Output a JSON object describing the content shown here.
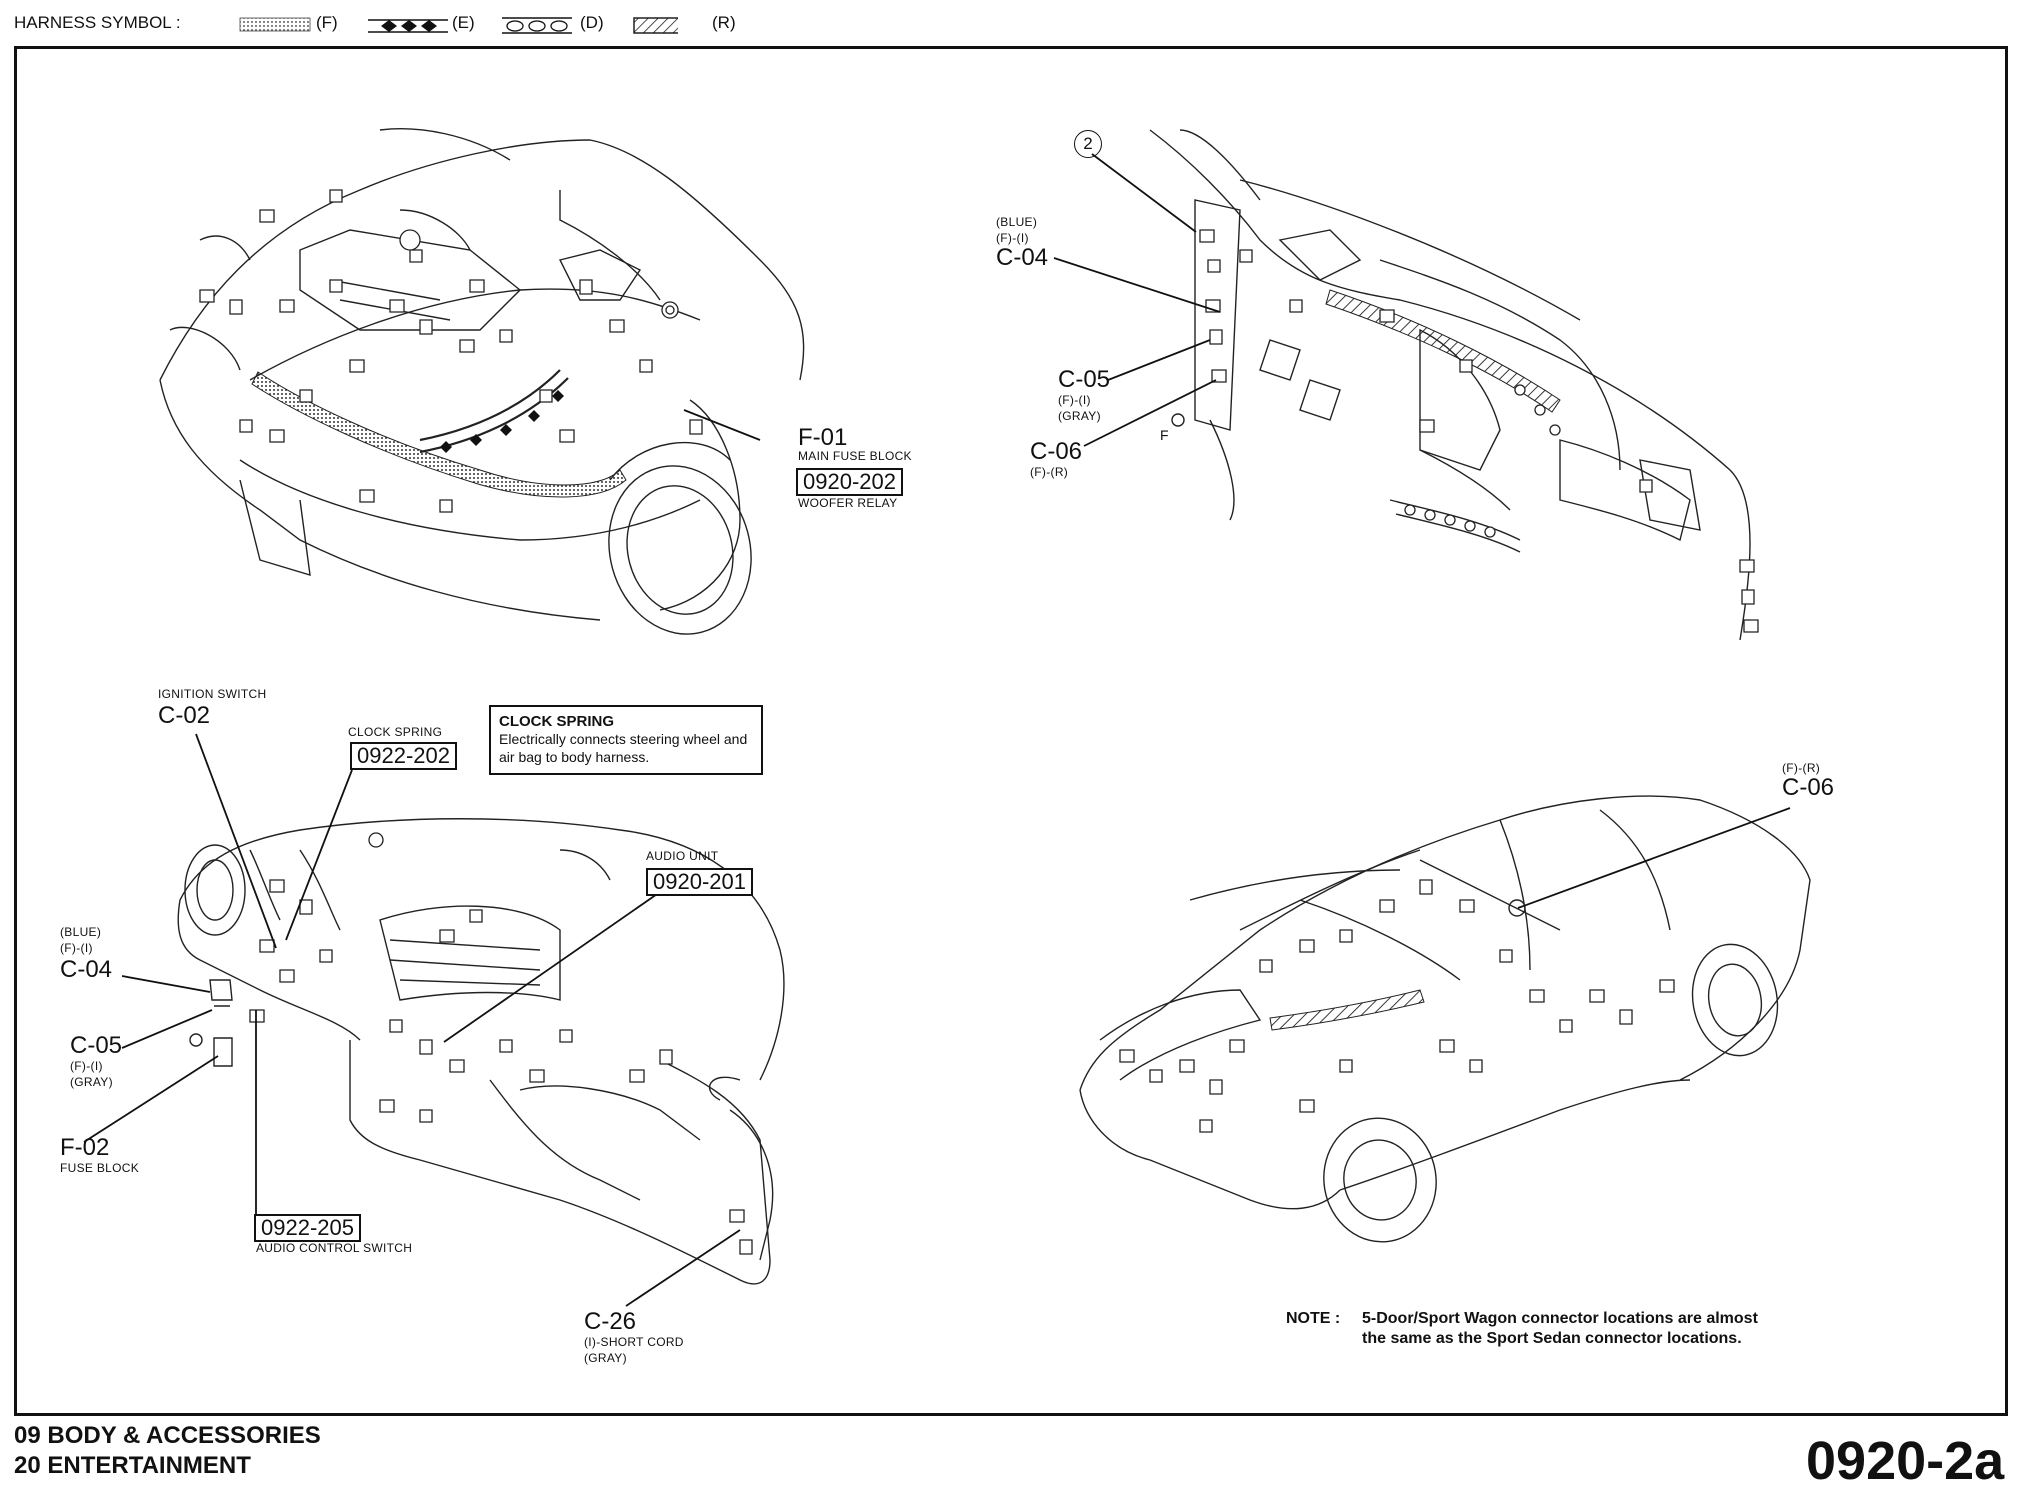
{
  "legend": {
    "title": "HARNESS SYMBOL :",
    "f": "(F)",
    "e": "(E)",
    "d": "(D)",
    "r": "(R)"
  },
  "top_left": {
    "f01_code": "F-01",
    "f01_name": "MAIN FUSE BLOCK",
    "woofer_ref": "0920-202",
    "woofer_name": "WOOFER RELAY"
  },
  "top_right": {
    "callout": "2",
    "c04_color": "(BLUE)",
    "c04_harness": "(F)-(I)",
    "c04_code": "C-04",
    "c05_code": "C-05",
    "c05_harness": "(F)-(I)",
    "c05_color": "(GRAY)",
    "c06_code": "C-06",
    "c06_harness": "(F)-(R)",
    "f_mark": "F"
  },
  "bottom_left": {
    "ign_name": "IGNITION SWITCH",
    "ign_code": "C-02",
    "clock_name": "CLOCK SPRING",
    "clock_ref": "0922-202",
    "clock_box_title": "CLOCK SPRING",
    "clock_box_text": "Electrically connects steering wheel and air bag to body harness.",
    "audio_name": "AUDIO UNIT",
    "audio_ref": "0920-201",
    "c04_color": "(BLUE)",
    "c04_harness": "(F)-(I)",
    "c04_code": "C-04",
    "c05_code": "C-05",
    "c05_harness": "(F)-(I)",
    "c05_color": "(GRAY)",
    "f02_code": "F-02",
    "f02_name": "FUSE BLOCK",
    "asw_ref": "0922-205",
    "asw_name": "AUDIO CONTROL SWITCH",
    "c26_code": "C-26",
    "c26_harness": "(I)-SHORT CORD",
    "c26_color": "(GRAY)"
  },
  "bottom_right": {
    "c06_harness": "(F)-(R)",
    "c06_code": "C-06"
  },
  "note": {
    "label": "NOTE :",
    "line1": "5-Door/Sport Wagon connector locations are almost",
    "line2": "the same as the Sport Sedan connector locations."
  },
  "footer": {
    "line1": "09  BODY & ACCESSORIES",
    "line2": "20  ENTERTAINMENT",
    "page": "0920-2a"
  }
}
